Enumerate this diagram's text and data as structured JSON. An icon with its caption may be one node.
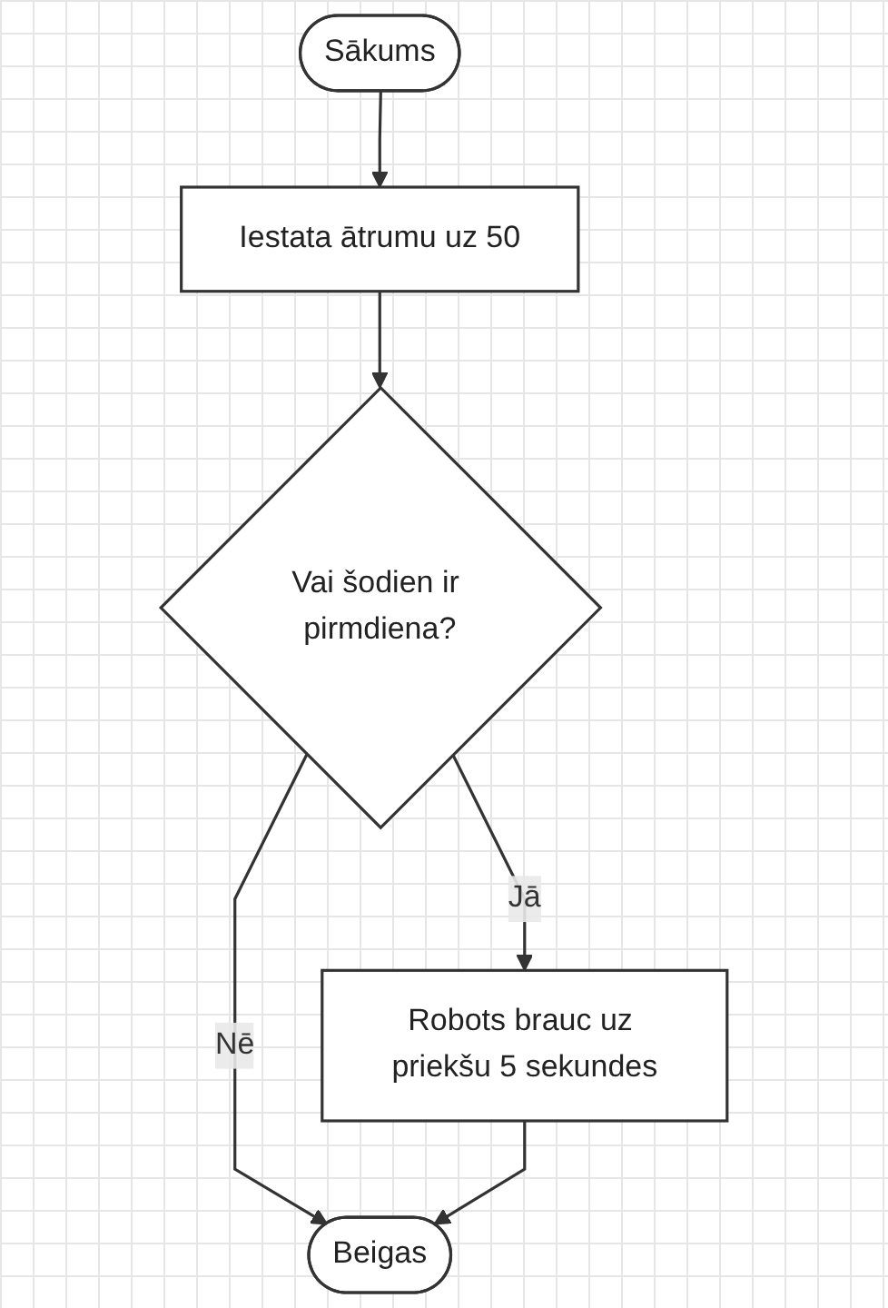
{
  "diagram": {
    "nodes": [
      {
        "text": [
          "Sākums"
        ]
      },
      {
        "text": [
          "Iestata ātrumu uz 50"
        ]
      },
      {
        "text": [
          "Vai šodien ir pirmdiena?"
        ]
      },
      {
        "text": [
          "Robots brauc uz priekšu 5 sekundes"
        ]
      },
      {
        "text": [
          "Beigas"
        ]
      }
    ],
    "edges": [
      {
        "from": 0,
        "to": 1,
        "arrow": "to"
      },
      {
        "from": 1,
        "to": 2,
        "arrow": "to"
      },
      {
        "from": 2,
        "to": 3,
        "label": "Jā",
        "arrow": "to"
      },
      {
        "from": 2,
        "to": 4,
        "label": "Nē",
        "arrow": "to"
      },
      {
        "from": 3,
        "to": 4,
        "arrow": "to"
      }
    ]
  }
}
